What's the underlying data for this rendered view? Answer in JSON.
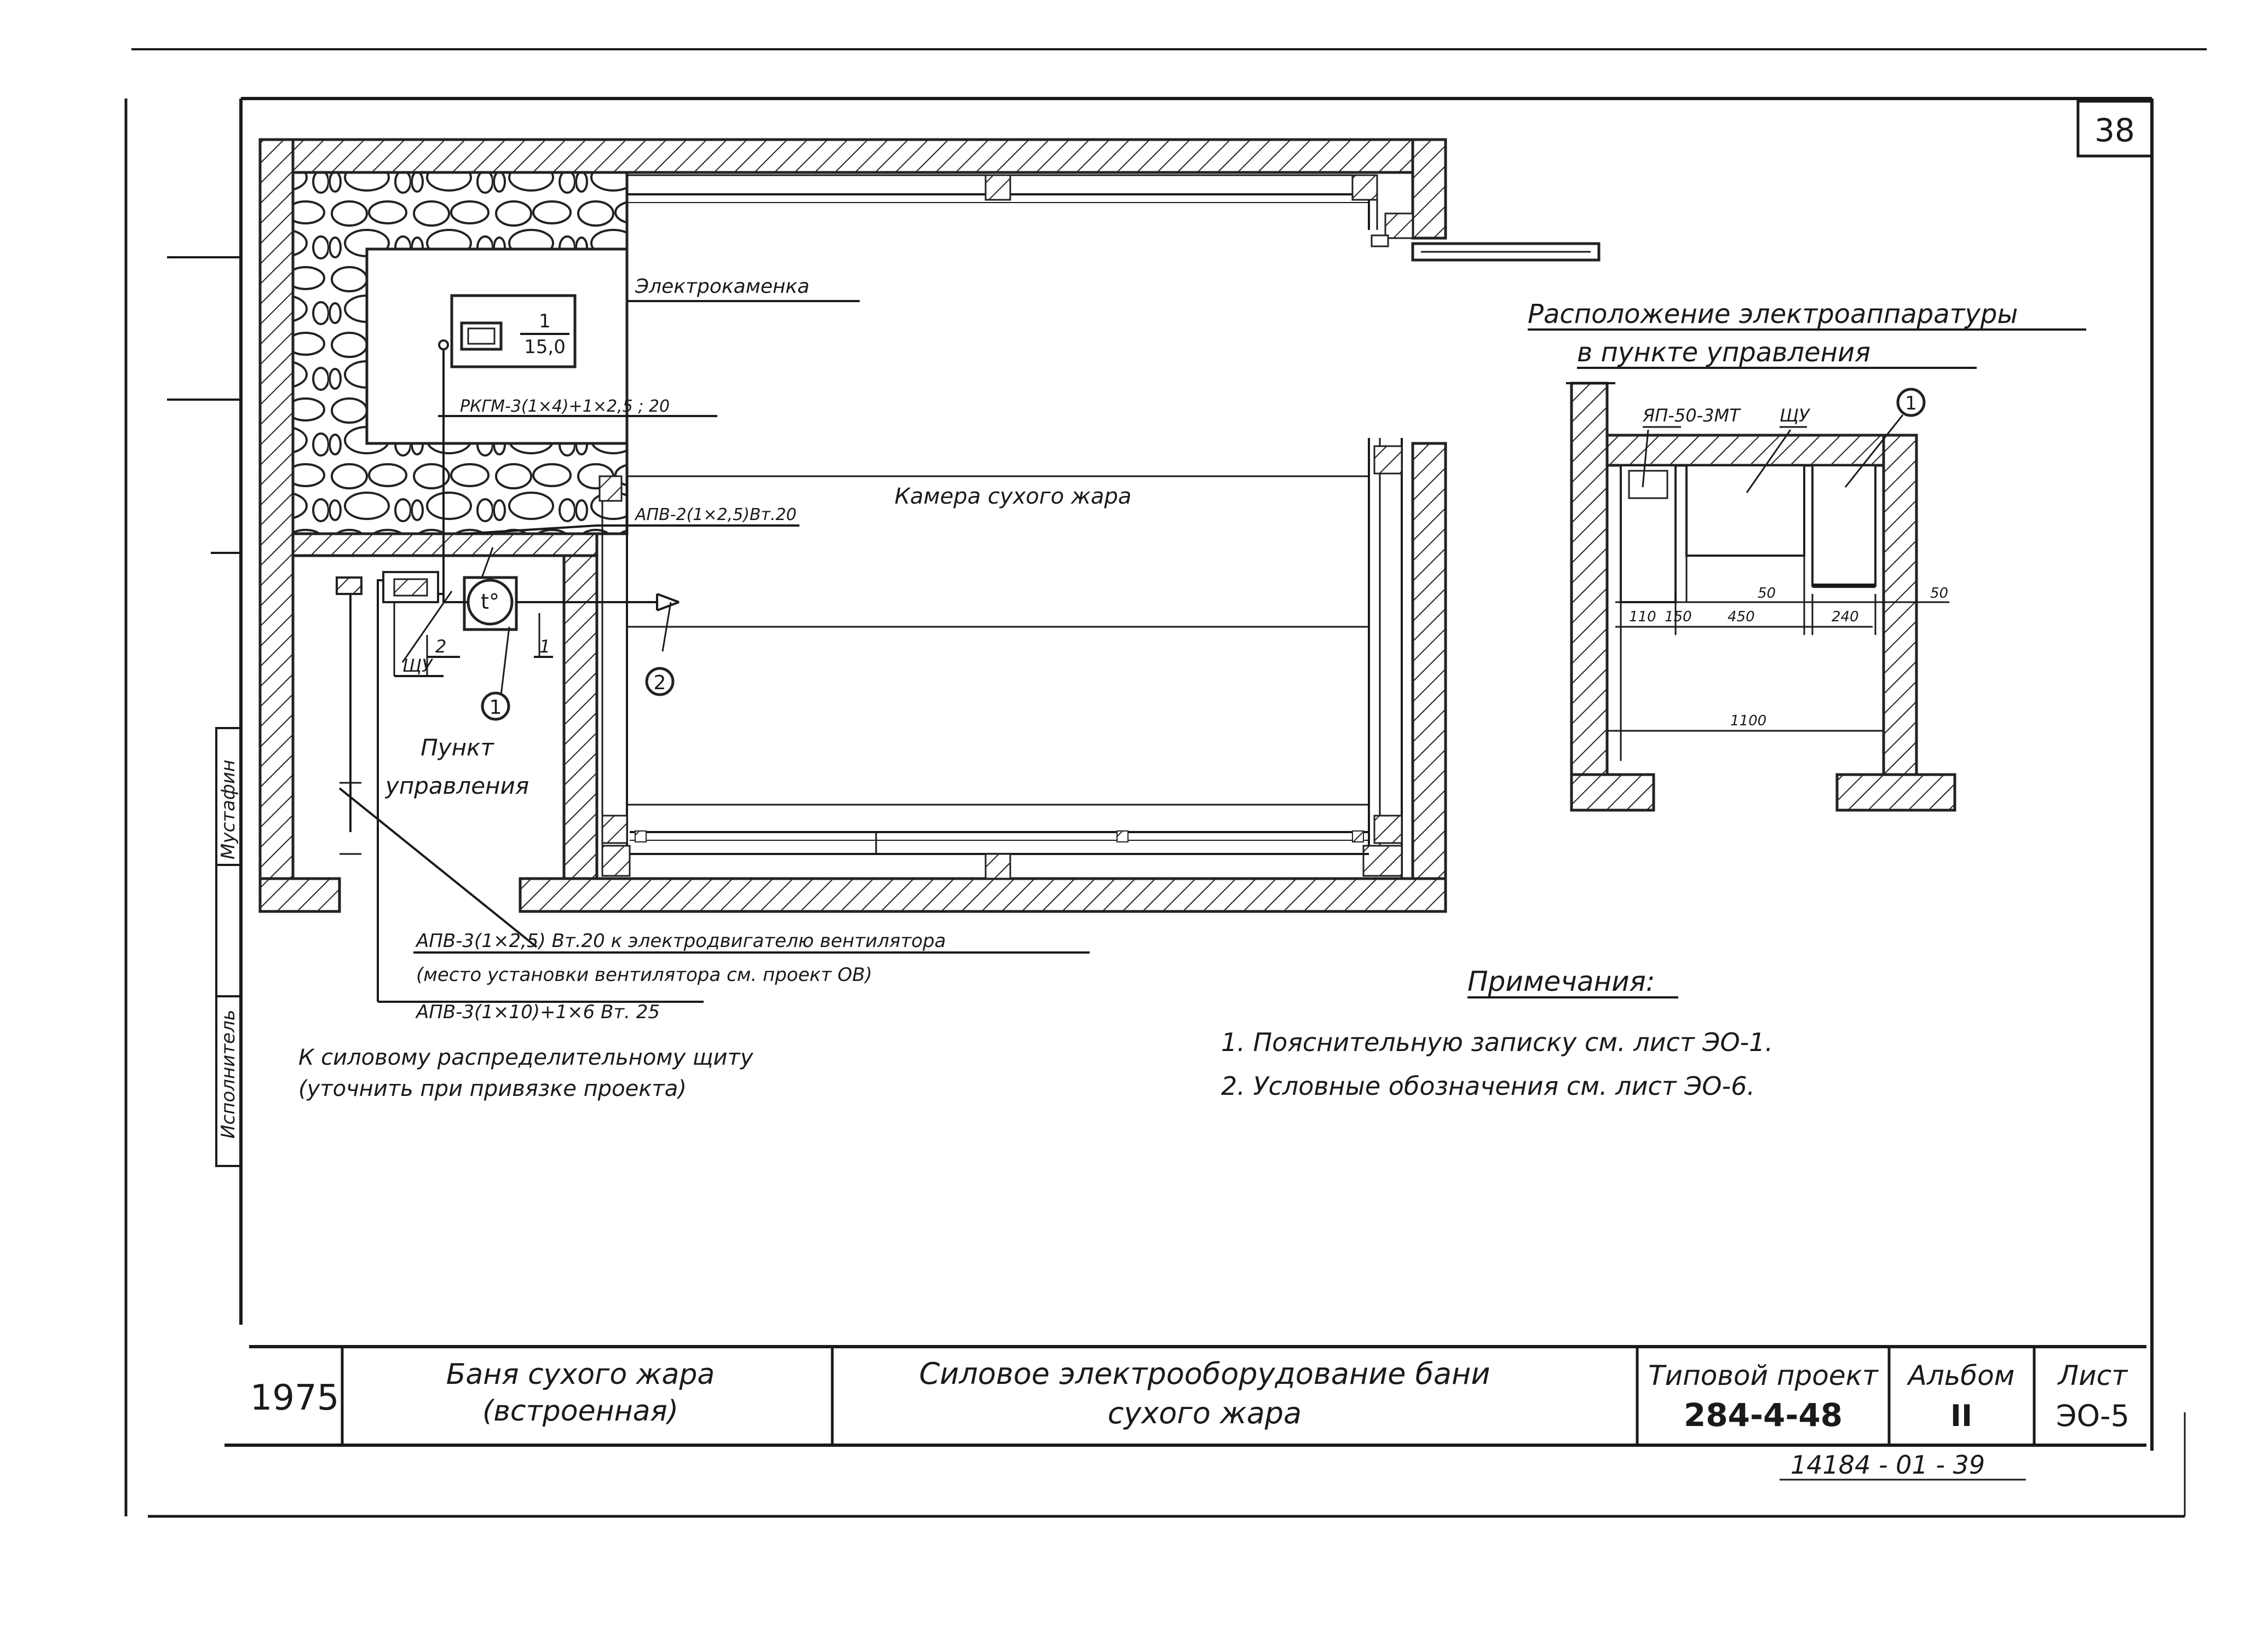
{
  "sheet": {
    "sheet_corner_number": "38",
    "year": "1975",
    "object_name": [
      "Баня сухого жара",
      "(встроенная)"
    ],
    "drawing_title": [
      "Силовое электрооборудование бани",
      "сухого жара"
    ],
    "project_label": "Типовой проект",
    "project_number": "284-4-48",
    "album_label": "Альбом",
    "album_number": "II",
    "sheet_label": "Лист",
    "sheet_number": "ЭО-5",
    "archive_number": "14184 - 01 - 39",
    "side_stamp_executor": "Исполнитель",
    "side_stamp_name": "Мустафин"
  },
  "plan": {
    "heater_label": "Электрокаменка",
    "heater_mark_num": "1",
    "heater_mark_den": "15,0",
    "cable_rkgm": "РКГМ-3(1×4)+1×2,5 ; 20",
    "cable_apv_2": "АПВ-2(1×2,5)Вт.20",
    "room_chamber": "Камера сухого жара",
    "room_control_1": "Пункт",
    "room_control_2": "управления",
    "thermo_label": "t°",
    "callout_1": "1",
    "callout_2": "2",
    "tag_2": "2",
    "tag_shu": "ЩУ",
    "tag_1": "1",
    "cable_fan": "АПВ-3(1×2,5) Вт.20  к электродвигателю вентилятора",
    "fan_note": "(место установки вентилятора см. проект ОВ)",
    "cable_feed": "АПВ-3(1×10)+1×6  Вт. 25",
    "feed_note_1": "К силовому распределительному щиту",
    "feed_note_2": "(уточнить при привязке проекта)"
  },
  "detail": {
    "title_1": "Расположение электроаппаратуры",
    "title_2": "в пункте  управления",
    "label_yap": "ЯП-50-3МТ",
    "label_shu": "ЩУ",
    "callout": "1",
    "dim_110": "110",
    "dim_150": "150",
    "dim_450": "450",
    "dim_240": "240",
    "dim_50a": "50",
    "dim_50b": "50",
    "dim_1100": "1100"
  },
  "notes": {
    "heading": "Примечания:",
    "items": [
      "1. Пояснительную записку см. лист ЭО-1.",
      "2. Условные обозначения см. лист ЭО-6."
    ]
  }
}
